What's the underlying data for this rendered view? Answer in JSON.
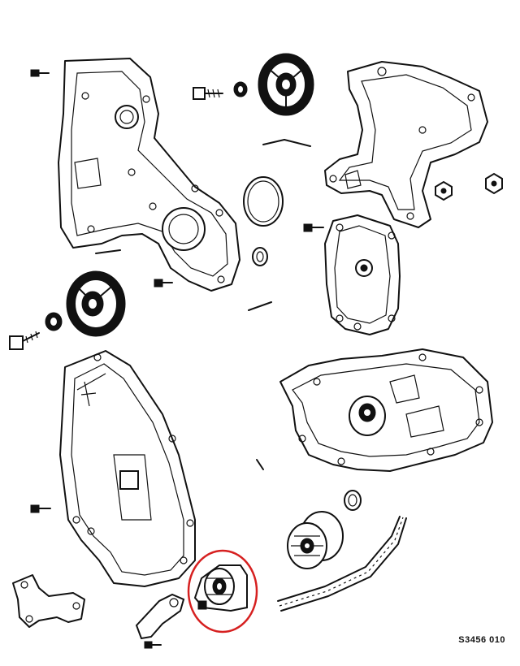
{
  "figure": {
    "code": "S3456 010",
    "highlight_color": "#d62020",
    "line_color": "#111111",
    "background": "#ffffff"
  },
  "parts": [
    {
      "id": "upper-timing-cover-rear",
      "icon": "cover-plate"
    },
    {
      "id": "camshaft-sprocket-upper",
      "icon": "gear"
    },
    {
      "id": "engine-mount-bracket",
      "icon": "bracket"
    },
    {
      "id": "oring-seal",
      "icon": "ring"
    },
    {
      "id": "oil-seal",
      "icon": "seal"
    },
    {
      "id": "water-pump-housing",
      "icon": "housing"
    },
    {
      "id": "camshaft-sprocket-lower",
      "icon": "gear"
    },
    {
      "id": "lower-timing-cover",
      "icon": "cover-plate"
    },
    {
      "id": "oil-pump-body",
      "icon": "pump"
    },
    {
      "id": "crank-sprocket",
      "icon": "gear"
    },
    {
      "id": "timing-belt",
      "icon": "belt"
    },
    {
      "id": "tensioner-pulley",
      "icon": "pulley",
      "highlighted": true
    },
    {
      "id": "tensioner-lever",
      "icon": "lever"
    },
    {
      "id": "small-bracket",
      "icon": "bracket"
    }
  ]
}
